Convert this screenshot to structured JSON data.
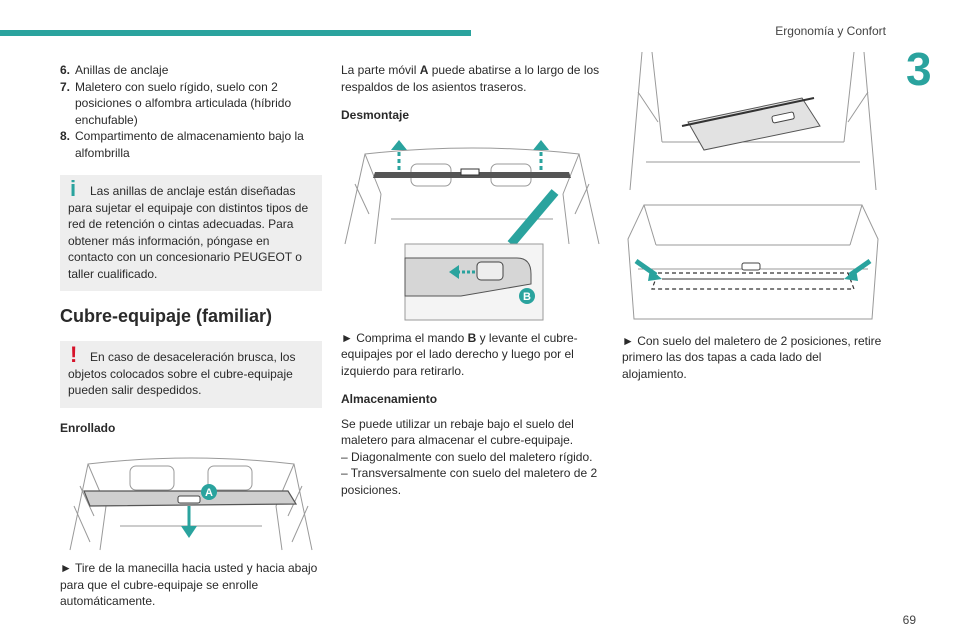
{
  "header": {
    "title": "Ergonomía y Confort",
    "chapter": "3",
    "page_number": "69"
  },
  "col1": {
    "list": [
      {
        "num": "6.",
        "text": "Anillas de anclaje"
      },
      {
        "num": "7.",
        "text": "Maletero con suelo rígido, suelo con 2 posiciones o alfombra articulada (híbrido enchufable)"
      },
      {
        "num": "8.",
        "text": "Compartimento de almacenamiento bajo la alfombrilla"
      }
    ],
    "info_note": "Las anillas de anclaje están diseñadas para sujetar el equipaje con distintos tipos de red de retención o cintas adecuadas. Para obtener más información, póngase en contacto con un concesionario PEUGEOT o taller cualificado.",
    "section_title": "Cubre-equipaje (familiar)",
    "warning_note": "En caso de desaceleración brusca, los objetos colocados sobre el cubre-equipaje pueden salir despedidos.",
    "enrollado_title": "Enrollado",
    "enrollado_text": "► Tire de la manecilla hacia usted y hacia abajo para que el cubre-equipaje se enrolle automáticamente.",
    "label_a": "A"
  },
  "col2": {
    "intro_pre": "La parte móvil ",
    "intro_bold": "A",
    "intro_post": " puede abatirse a lo largo de los respaldos de los asientos traseros.",
    "desmontaje_title": "Desmontaje",
    "label_b": "B",
    "desmontaje_pre": "► Comprima el mando ",
    "desmontaje_bold": "B",
    "desmontaje_post": " y levante el cubre-equipajes por el lado derecho y luego por el izquierdo para retirarlo.",
    "almacenamiento_title": "Almacenamiento",
    "almacenamiento_text": "Se puede utilizar un rebaje bajo el suelo del maletero para almacenar el cubre-equipaje.",
    "bullets": [
      "– Diagonalmente con suelo del maletero rígido.",
      "– Transversalmente con suelo del maletero de 2 posiciones."
    ]
  },
  "col3": {
    "text": "► Con suelo del maletero de 2 posiciones, retire primero las dos tapas a cada lado del alojamiento."
  },
  "colors": {
    "accent": "#2aa39e",
    "warning": "#d6122a",
    "note_bg": "#eeeeee"
  }
}
